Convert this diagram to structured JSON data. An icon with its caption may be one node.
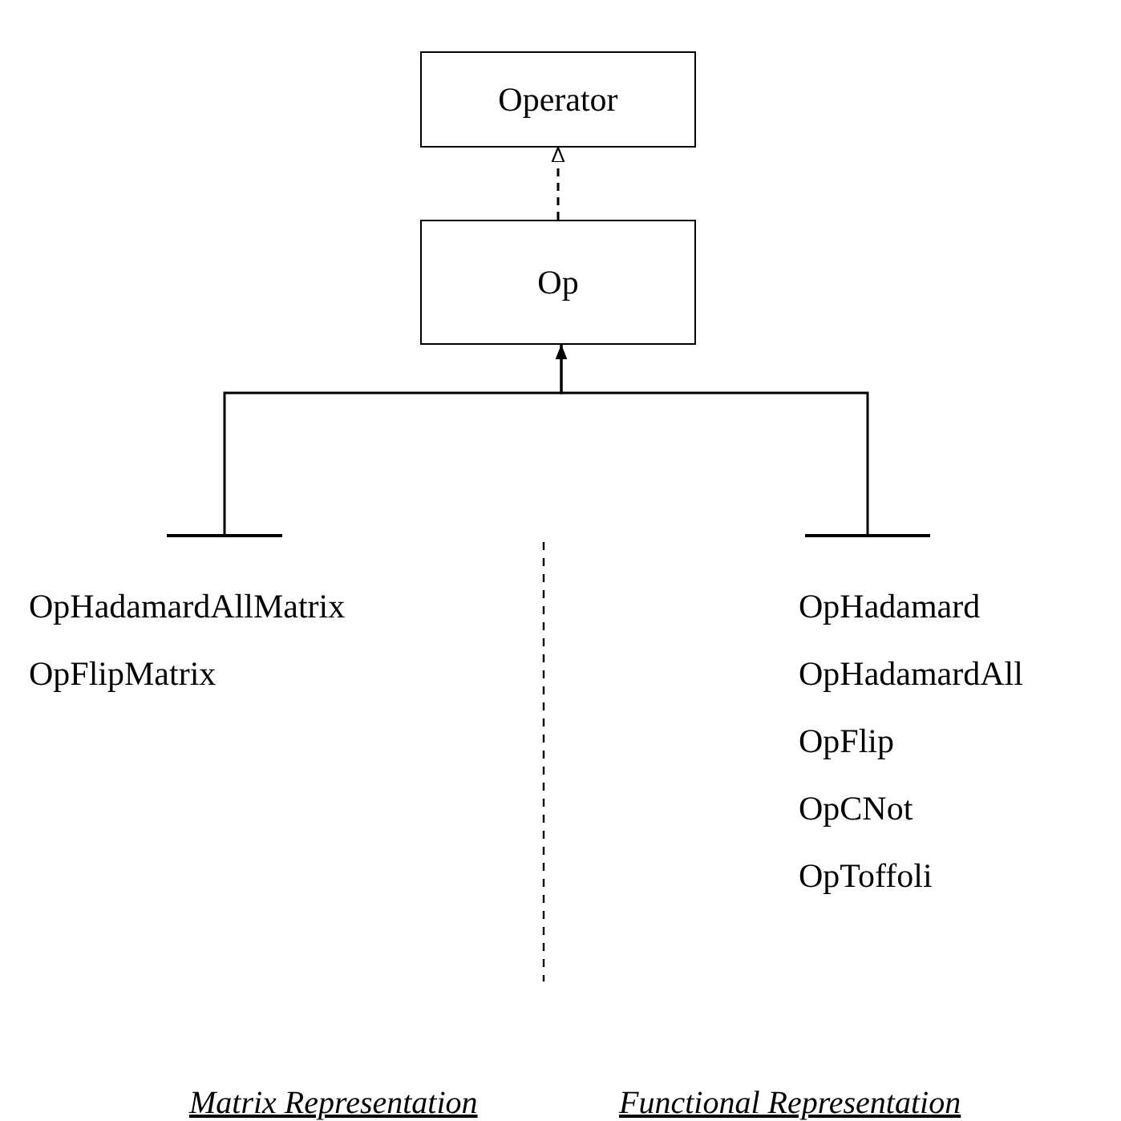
{
  "diagram": {
    "nodes": [
      {
        "text": [
          "Operator"
        ]
      },
      {
        "text": [
          "Op"
        ]
      },
      {
        "text": [],
        "shape": "bar"
      },
      {
        "text": [],
        "shape": "bar"
      }
    ],
    "edges": [
      {
        "from": 1,
        "to": 0,
        "arrow": "to",
        "style": "dashed"
      },
      {
        "from": 2,
        "to": 1,
        "arrow": "to"
      },
      {
        "from": 3,
        "to": 1,
        "arrow": "to"
      }
    ],
    "labels": [
      "OpHadamardAllMatrix",
      "OpFlipMatrix",
      "OpHadamard",
      "OpHadamardAll",
      "OpFlip",
      "OpCNot",
      "OpToffoli",
      "Matrix Representation",
      "Functional Representation"
    ]
  }
}
